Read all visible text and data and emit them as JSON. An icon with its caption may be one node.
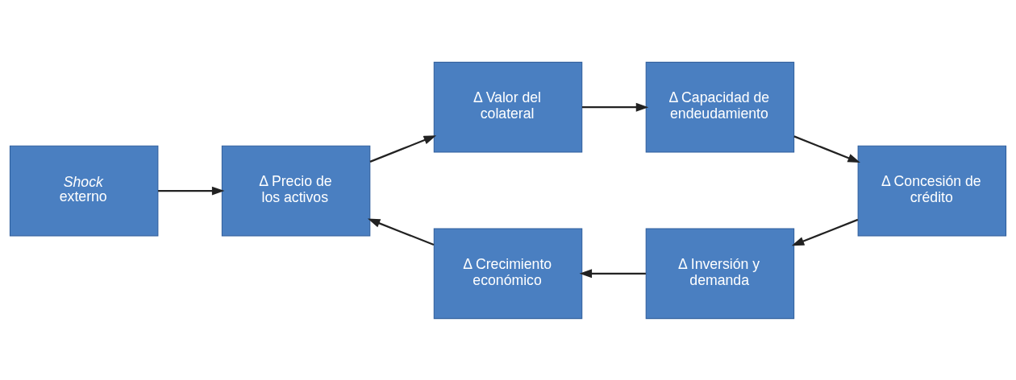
{
  "diagram": {
    "nodes": [
      {
        "text": [
          "*Shock* externo"
        ]
      },
      {
        "text": [
          "Δ Precio de los activos"
        ]
      },
      {
        "text": [
          "Δ Valor del colateral"
        ]
      },
      {
        "text": [
          "Δ Capacidad de endeudamiento"
        ]
      },
      {
        "text": [
          "Δ Concesión de crédito"
        ]
      },
      {
        "text": [
          "Δ Inversión y demanda"
        ]
      },
      {
        "text": [
          "Δ Crecimiento económico"
        ]
      }
    ],
    "edges": [
      {
        "from": 0,
        "to": 1,
        "arrow": "to"
      },
      {
        "from": 1,
        "to": 2,
        "arrow": "to"
      },
      {
        "from": 2,
        "to": 3,
        "arrow": "to"
      },
      {
        "from": 3,
        "to": 4,
        "arrow": "to"
      },
      {
        "from": 4,
        "to": 5,
        "arrow": "to"
      },
      {
        "from": 5,
        "to": 6,
        "arrow": "to"
      },
      {
        "from": 6,
        "to": 1,
        "arrow": "to"
      }
    ]
  }
}
